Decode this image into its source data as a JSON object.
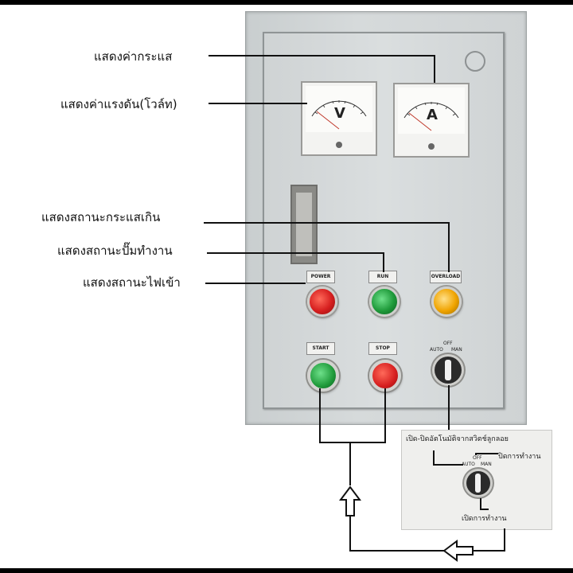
{
  "labels": {
    "current": "แสดงค่ากระแส",
    "voltage": "แสดงค่าแรงดัน(โวล์ท)",
    "overload_status": "แสดงสถานะกระแสเกิน",
    "run_status": "แสดงสถานะปั๊มทำงาน",
    "power_status": "แสดงสถานะไฟเข้า"
  },
  "meters": {
    "voltmeter_symbol": "V",
    "ammeter_symbol": "A"
  },
  "indicator_lamps": [
    {
      "plate": "POWER",
      "color": "#d61f1f"
    },
    {
      "plate": "RUN",
      "color": "#1f9a3a"
    },
    {
      "plate": "OVERLOAD",
      "color": "#f0a400"
    }
  ],
  "push_buttons": [
    {
      "plate": "START",
      "color": "#1f9a3a"
    },
    {
      "plate": "STOP",
      "color": "#d61f1f"
    }
  ],
  "selector_switch": {
    "positions": [
      "AUTO",
      "OFF",
      "MAN"
    ]
  },
  "inset": {
    "caption": "เปิด-ปิดอัตโนมัติจากสวิตช์ลูกลอย",
    "off_label": "ปิดการทำงาน",
    "on_label": "เปิดการทำงาน",
    "positions": [
      "AUTO",
      "OFF",
      "MAN"
    ]
  }
}
